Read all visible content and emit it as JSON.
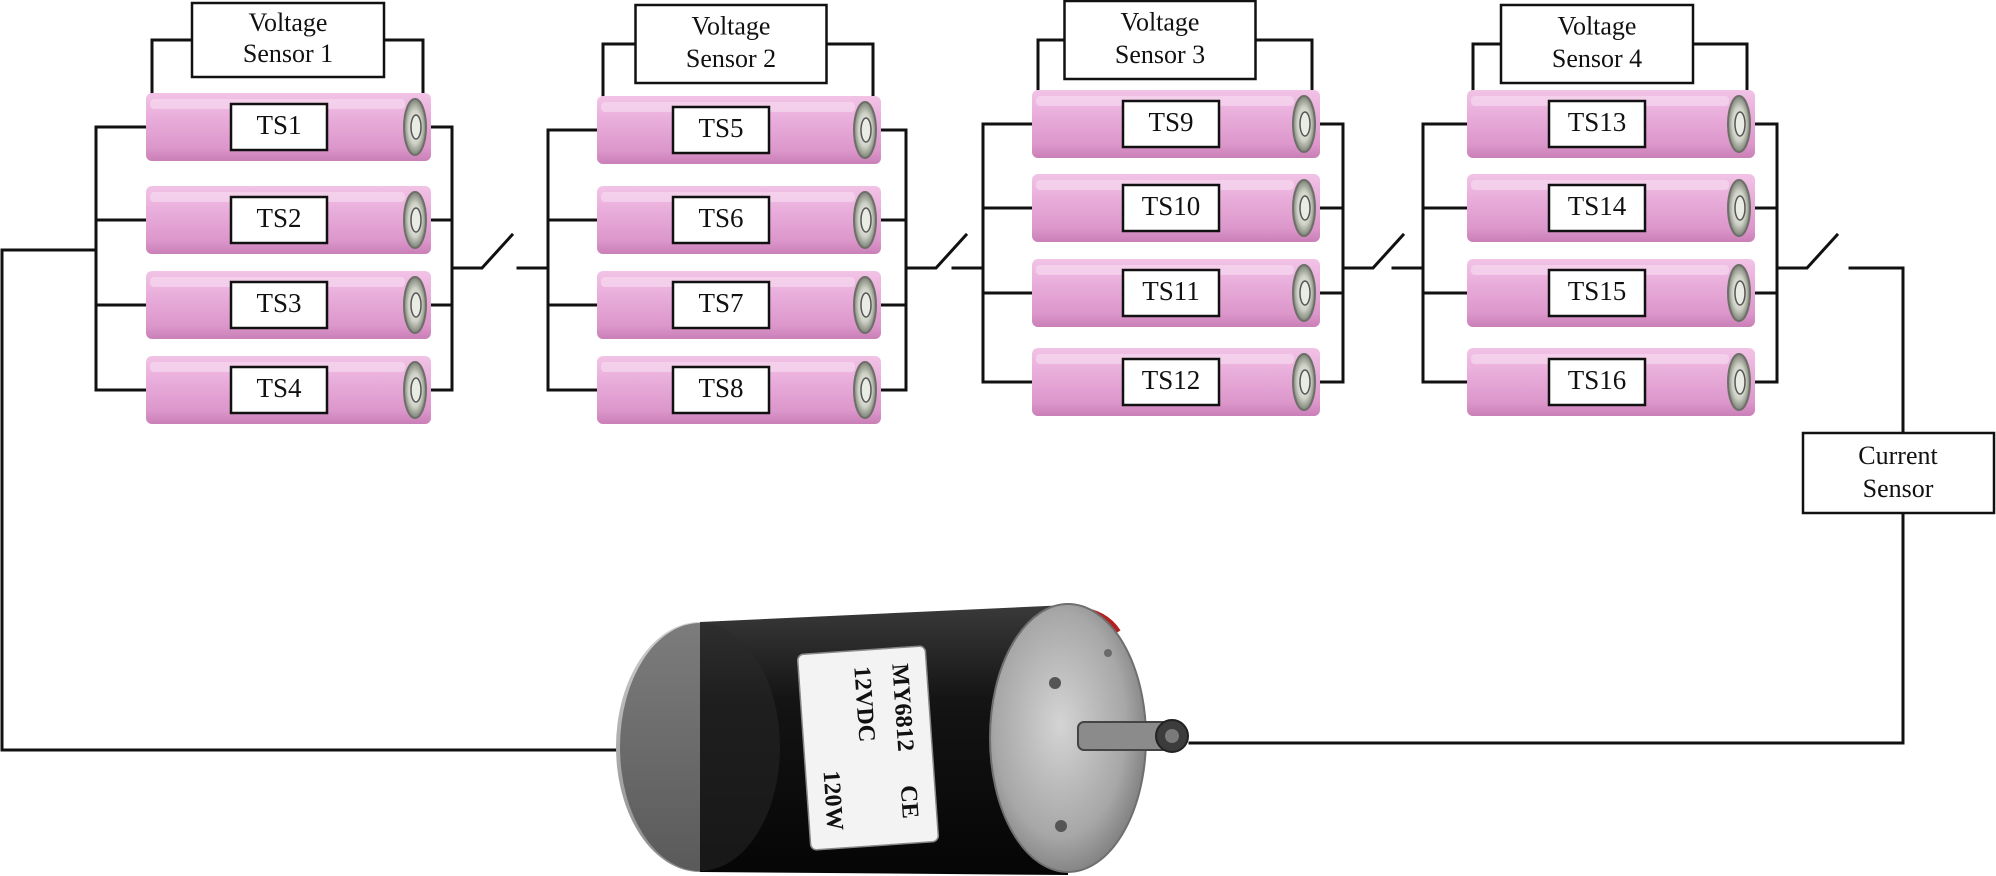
{
  "voltage_sensors": [
    {
      "line1": "Voltage",
      "line2": "Sensor 1"
    },
    {
      "line1": "Voltage",
      "line2": "Sensor 2"
    },
    {
      "line1": "Voltage",
      "line2": "Sensor 3"
    },
    {
      "line1": "Voltage",
      "line2": "Sensor 4"
    }
  ],
  "cells": [
    [
      "TS1",
      "TS2",
      "TS3",
      "TS4"
    ],
    [
      "TS5",
      "TS6",
      "TS7",
      "TS8"
    ],
    [
      "TS9",
      "TS10",
      "TS11",
      "TS12"
    ],
    [
      "TS13",
      "TS14",
      "TS15",
      "TS16"
    ]
  ],
  "current_sensor": {
    "line1": "Current",
    "line2": "Sensor"
  },
  "motor": {
    "model": "MY6812",
    "voltage": "12VDC",
    "power": "120W",
    "mark": "CE"
  },
  "colors": {
    "cell_body": "#e8a9d6",
    "cell_highlight": "#f5cdea",
    "cell_cap": "#cfd3c9",
    "motor_body": "#1a1a1a",
    "motor_endcap": "#a9a9a9"
  },
  "icons": {
    "cell": "cylindrical-battery-icon",
    "switch": "open-switch-icon",
    "motor": "dc-motor-icon"
  }
}
